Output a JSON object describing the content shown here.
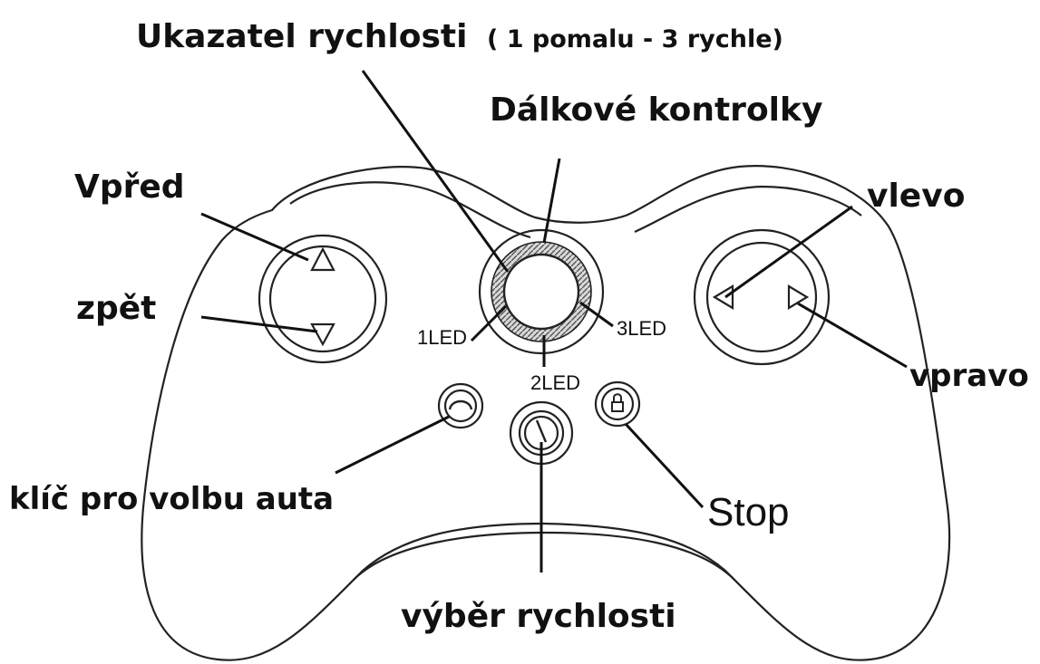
{
  "labels": {
    "speed_indicator": "Ukazatel rychlosti",
    "speed_indicator_note": "( 1 pomalu  - 3 rychle)",
    "remote_lights": "Dálkové kontrolky",
    "forward": "Vpřed",
    "back": "zpět",
    "left": "vlevo",
    "right": "vpravo",
    "led1": "1LED",
    "led2": "2LED",
    "led3": "3LED",
    "car_select_key": "klíč pro volbu auta",
    "stop": "Stop",
    "speed_select": "výběr rychlosti"
  },
  "colors": {
    "line": "#222222",
    "background": "#ffffff"
  }
}
